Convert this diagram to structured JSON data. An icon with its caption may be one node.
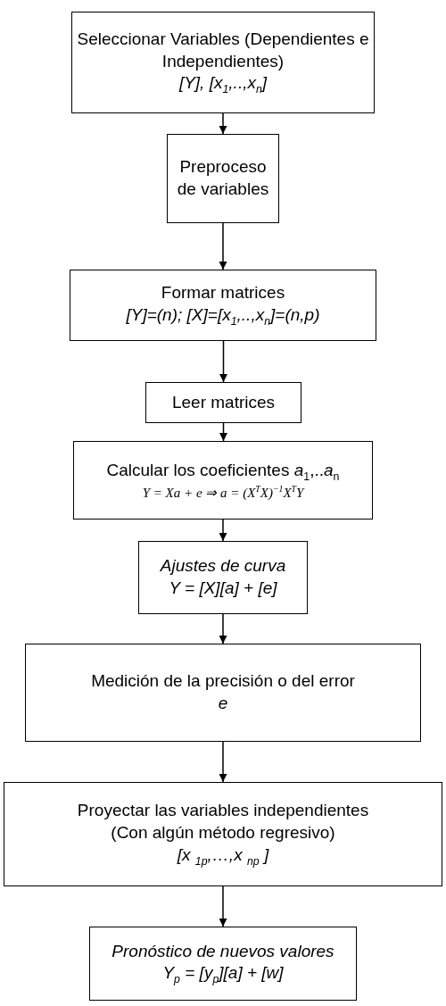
{
  "diagram": {
    "nodes": [
      {
        "text": [
          "Seleccionar Variables (Dependientes e Independientes)",
          "[Y], [x$_{1}$,..,x$_{n}$]"
        ]
      },
      {
        "text": [
          "Preproceso de variables"
        ]
      },
      {
        "text": [
          "Formar matrices",
          "[Y]=(n); [X]=[x$_{1}$,..,x$_{n}$]=(n,p)"
        ]
      },
      {
        "text": [
          "Leer matrices"
        ]
      },
      {
        "text": [
          "Calcular los coeficientes *a*$_{1}$,..*a*$_{n}$",
          "Y = Xa + e ⇒ a = (X$^{T}$X)$^{−1}$X$^{T}$Y"
        ]
      },
      {
        "text": [
          "Ajustes de curva",
          "Y = [X][a] + [e]"
        ]
      },
      {
        "text": [
          "Medición de la precisión o del error",
          "e"
        ]
      },
      {
        "text": [
          "Proyectar las variables independientes",
          "(Con algún método regresivo)",
          "[x $_{1p}$,…,x $_{np}$ ]"
        ]
      },
      {
        "text": [
          "Pronóstico de nuevos valores",
          "Y$_{p}$ = [y$_{p}$][a] + [w]"
        ]
      }
    ],
    "edges": [
      {
        "from": 0,
        "to": 1,
        "arrow": "to"
      },
      {
        "from": 1,
        "to": 2,
        "arrow": "to"
      },
      {
        "from": 2,
        "to": 3,
        "arrow": "to"
      },
      {
        "from": 3,
        "to": 4,
        "arrow": "to"
      },
      {
        "from": 4,
        "to": 5,
        "arrow": "to"
      },
      {
        "from": 5,
        "to": 6,
        "arrow": "to"
      },
      {
        "from": 6,
        "to": 7,
        "arrow": "to"
      },
      {
        "from": 7,
        "to": 8,
        "arrow": "to"
      }
    ]
  }
}
